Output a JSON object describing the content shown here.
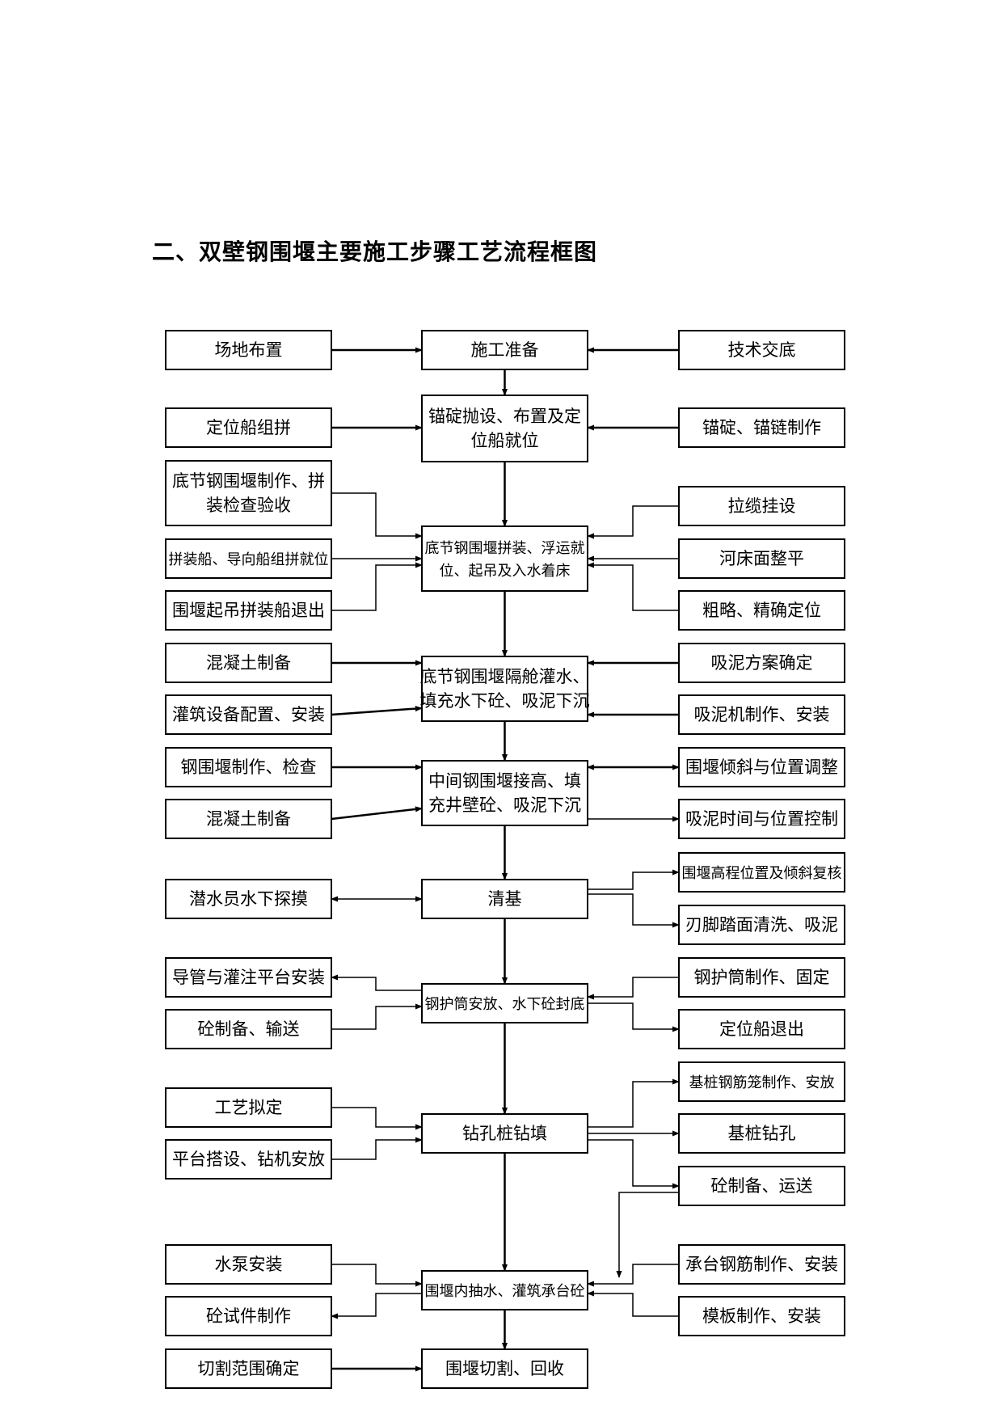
{
  "title": "二、双壁钢围堰主要施工步骤工艺流程框图",
  "main_steps": [
    {
      "id": "m1",
      "lines": [
        "施工准备"
      ]
    },
    {
      "id": "m2",
      "lines": [
        "锚碇抛设、布置及定",
        "位船就位"
      ]
    },
    {
      "id": "m3",
      "lines": [
        "底节钢围堰拼装、浮运就",
        "位、起吊及入水着床"
      ]
    },
    {
      "id": "m4",
      "lines": [
        "底节钢围堰隔舱灌水、",
        "填充水下砼、吸泥下沉"
      ]
    },
    {
      "id": "m5",
      "lines": [
        "中间钢围堰接高、填",
        "充井壁砼、吸泥下沉"
      ]
    },
    {
      "id": "m6",
      "lines": [
        "清基"
      ]
    },
    {
      "id": "m7",
      "lines": [
        "钢护筒安放、水下砼封底"
      ]
    },
    {
      "id": "m8",
      "lines": [
        "钻孔桩钻填"
      ]
    },
    {
      "id": "m9",
      "lines": [
        "围堰内抽水、灌筑承台砼"
      ]
    },
    {
      "id": "m10",
      "lines": [
        "围堰切割、回收"
      ]
    }
  ],
  "left_items": [
    {
      "id": "l1",
      "lines": [
        "场地布置"
      ]
    },
    {
      "id": "l2",
      "lines": [
        "定位船组拼"
      ]
    },
    {
      "id": "l3",
      "lines": [
        "底节钢围堰制作、拼",
        "装检查验收"
      ]
    },
    {
      "id": "l4",
      "lines": [
        "拼装船、导向船组拼就位"
      ]
    },
    {
      "id": "l5",
      "lines": [
        "围堰起吊拼装船退出"
      ]
    },
    {
      "id": "l6",
      "lines": [
        "混凝土制备"
      ]
    },
    {
      "id": "l7",
      "lines": [
        "灌筑设备配置、安装"
      ]
    },
    {
      "id": "l8",
      "lines": [
        "钢围堰制作、检查"
      ]
    },
    {
      "id": "l9",
      "lines": [
        "混凝土制备"
      ]
    },
    {
      "id": "l10",
      "lines": [
        "潜水员水下探摸"
      ]
    },
    {
      "id": "l11",
      "lines": [
        "导管与灌注平台安装"
      ]
    },
    {
      "id": "l12",
      "lines": [
        "砼制备、输送"
      ]
    },
    {
      "id": "l13",
      "lines": [
        "工艺拟定"
      ]
    },
    {
      "id": "l14",
      "lines": [
        "平台搭设、钻机安放"
      ]
    },
    {
      "id": "l15",
      "lines": [
        "水泵安装"
      ]
    },
    {
      "id": "l16",
      "lines": [
        "砼试件制作"
      ]
    },
    {
      "id": "l17",
      "lines": [
        "切割范围确定"
      ]
    }
  ],
  "right_items": [
    {
      "id": "r1",
      "lines": [
        "技术交底"
      ]
    },
    {
      "id": "r2",
      "lines": [
        "锚碇、锚链制作"
      ]
    },
    {
      "id": "r3",
      "lines": [
        "拉缆挂设"
      ]
    },
    {
      "id": "r4",
      "lines": [
        "河床面整平"
      ]
    },
    {
      "id": "r5",
      "lines": [
        "粗略、精确定位"
      ]
    },
    {
      "id": "r6",
      "lines": [
        "吸泥方案确定"
      ]
    },
    {
      "id": "r7",
      "lines": [
        "吸泥机制作、安装"
      ]
    },
    {
      "id": "r8",
      "lines": [
        "围堰倾斜与位置调整"
      ]
    },
    {
      "id": "r9",
      "lines": [
        "吸泥时间与位置控制"
      ]
    },
    {
      "id": "r10",
      "lines": [
        "围堰高程位置及倾斜复核"
      ]
    },
    {
      "id": "r11",
      "lines": [
        "刃脚踏面清洗、吸泥"
      ]
    },
    {
      "id": "r12",
      "lines": [
        "钢护筒制作、固定"
      ]
    },
    {
      "id": "r13",
      "lines": [
        "定位船退出"
      ]
    },
    {
      "id": "r14",
      "lines": [
        "基桩钢筋笼制作、安放"
      ]
    },
    {
      "id": "r15",
      "lines": [
        "基桩钻孔"
      ]
    },
    {
      "id": "r16",
      "lines": [
        "砼制备、运送"
      ]
    },
    {
      "id": "r17",
      "lines": [
        "承台钢筋制作、安装"
      ]
    },
    {
      "id": "r18",
      "lines": [
        "模板制作、安装"
      ]
    }
  ]
}
